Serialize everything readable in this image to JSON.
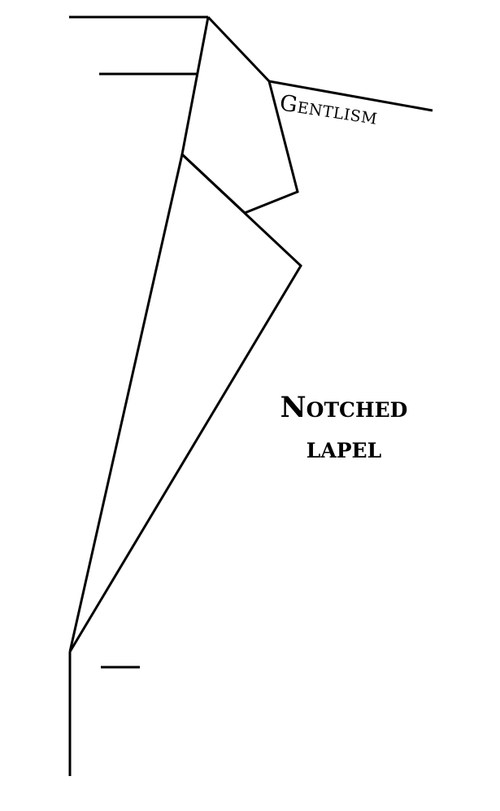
{
  "diagram": {
    "brand": "Gentlism",
    "caption_line1": "Notched",
    "caption_line2": "lapel",
    "line_color": "#000000",
    "background": "#ffffff"
  }
}
